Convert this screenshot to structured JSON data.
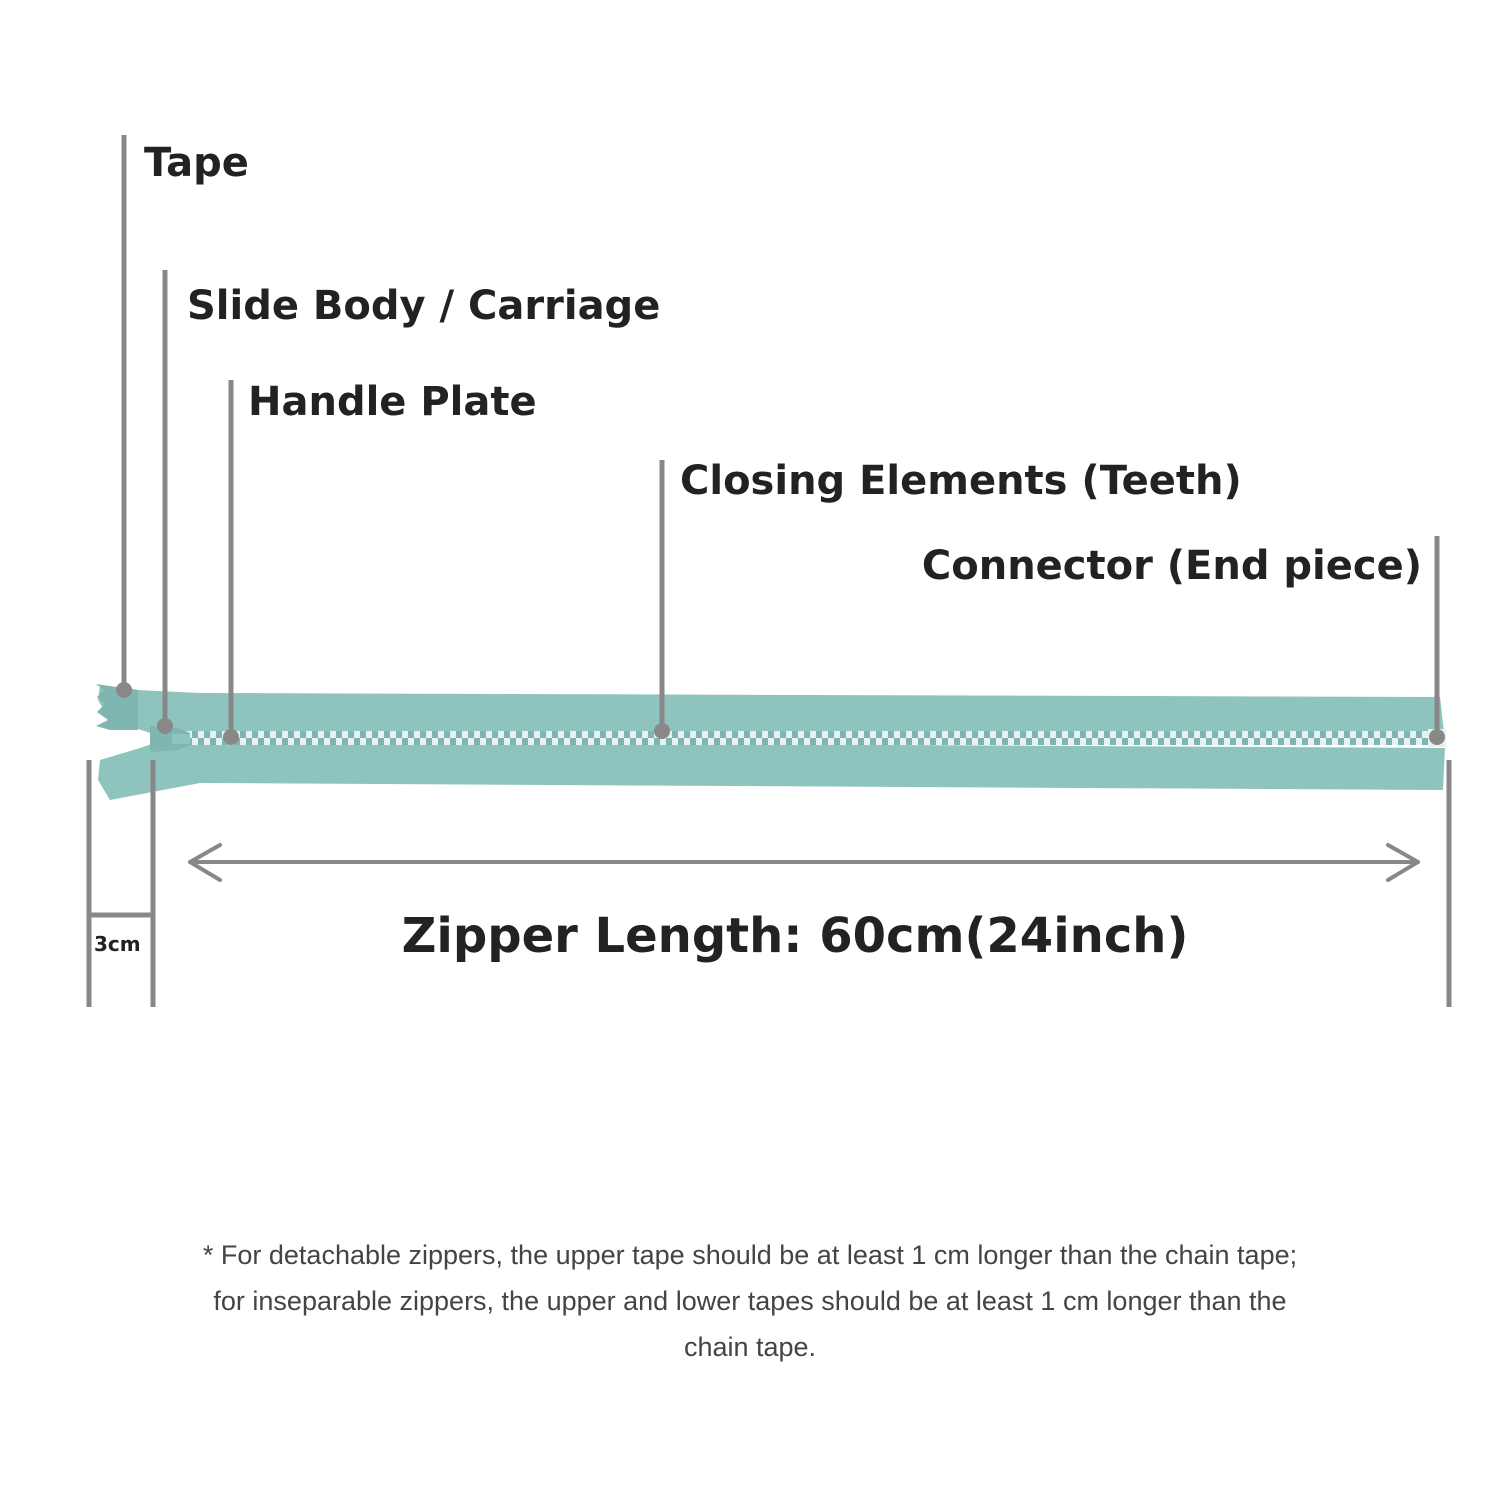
{
  "colors": {
    "tape": "#8ec3be",
    "tape_dark": "#7fb6b1",
    "teeth": "#e6f2f1",
    "leader": "#888888",
    "dot": "#888888",
    "text": "#222222",
    "note_text": "#444444"
  },
  "labels": {
    "tape": "Tape",
    "slide_body": "Slide Body / Carriage",
    "handle_plate": "Handle Plate",
    "closing_elements": "Closing Elements (Teeth)",
    "connector": "Connector (End piece)"
  },
  "dimensions": {
    "width_label": "3cm",
    "length_prefix": "Zipper Length: ",
    "length_value": "60cm(24inch)"
  },
  "note": {
    "line1": "* For detachable zippers, the upper tape should be at least 1 cm longer than the chain tape;",
    "line2": "for inseparable zippers, the upper and lower tapes should be at least 1 cm longer than the",
    "line3": "chain tape."
  }
}
